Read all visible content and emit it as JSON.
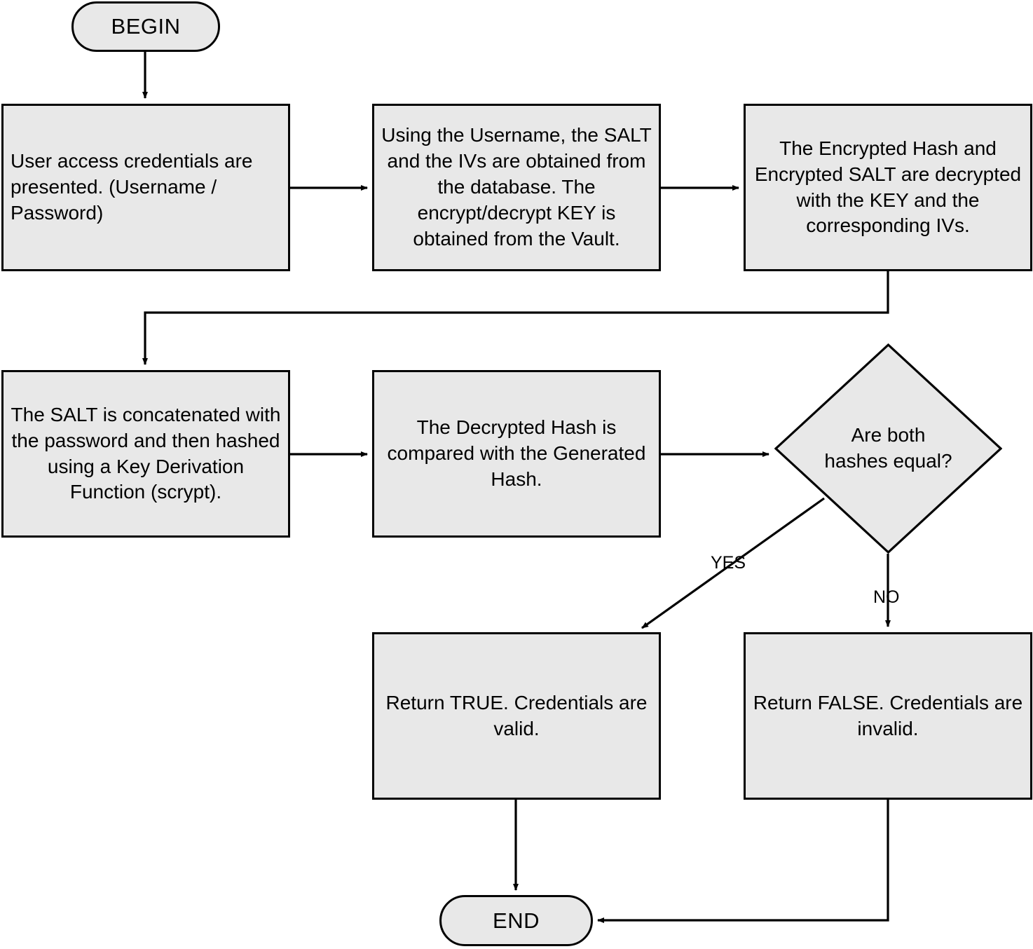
{
  "diagram": {
    "title": "Credential Verification Flowchart",
    "type": "flowchart",
    "fill_color": "#e8e8e8",
    "stroke_color": "#000000",
    "background_color": "#ffffff"
  },
  "nodes": {
    "begin": {
      "label": "BEGIN",
      "shape": "terminator"
    },
    "step1": {
      "label": "User access credentials are presented. (Username / Password)",
      "shape": "process"
    },
    "step2": {
      "label": "Using the Username, the SALT and the IVs are obtained from the database. The encrypt/decrypt KEY is obtained from the Vault.",
      "shape": "process"
    },
    "step3": {
      "label": "The Encrypted Hash and Encrypted SALT are decrypted with the KEY and the corresponding IVs.",
      "shape": "process"
    },
    "step4": {
      "label": "The SALT is concatenated with the password and then hashed using a Key Derivation Function (scrypt).",
      "shape": "process"
    },
    "step5": {
      "label": "The Decrypted Hash is compared with the Generated Hash.",
      "shape": "process"
    },
    "decision": {
      "label": "Are both hashes equal?",
      "shape": "decision"
    },
    "result_true": {
      "label": "Return TRUE. Credentials are valid.",
      "shape": "process"
    },
    "result_false": {
      "label": "Return FALSE. Credentials are invalid.",
      "shape": "process"
    },
    "end": {
      "label": "END",
      "shape": "terminator"
    }
  },
  "edge_labels": {
    "yes": "YES",
    "no": "NO"
  }
}
